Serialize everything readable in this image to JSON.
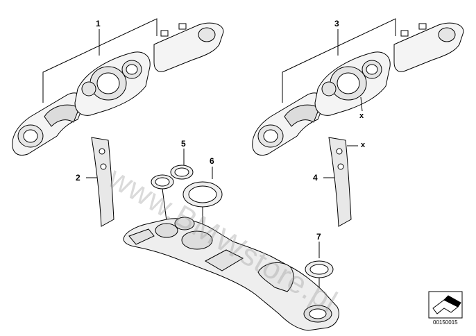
{
  "callouts": {
    "c1": "1",
    "c2": "2",
    "c3": "3",
    "c4": "4",
    "c5": "5",
    "c6": "6",
    "c7": "7"
  },
  "marks": {
    "x_upper": "x",
    "x_lower": "x"
  },
  "watermark": "www.BMWstore.pl",
  "diagram_code": "00150015",
  "icons": {
    "corner": "arrow-icon"
  }
}
